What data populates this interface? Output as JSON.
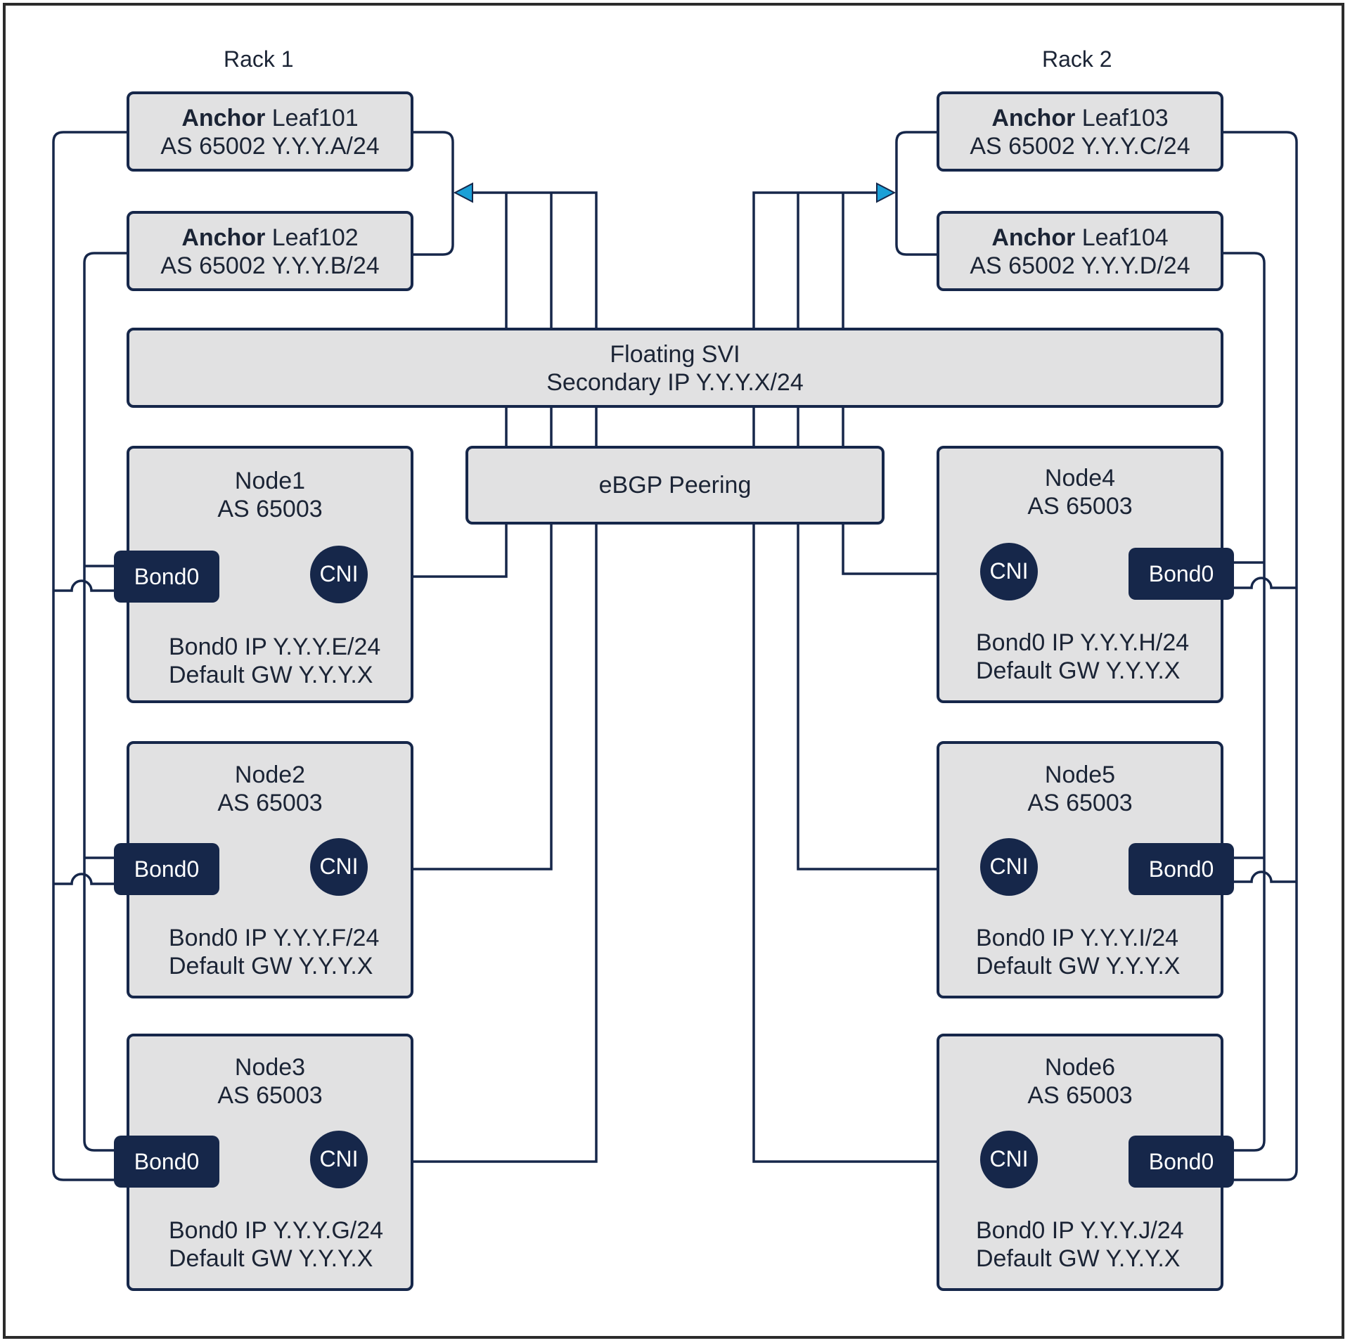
{
  "racks": [
    "Rack 1",
    "Rack 2"
  ],
  "leafs": [
    {
      "bold": "Anchor",
      "name": "Leaf101",
      "line2": "AS 65002 Y.Y.Y.A/24"
    },
    {
      "bold": "Anchor",
      "name": "Leaf102",
      "line2": "AS 65002 Y.Y.Y.B/24"
    },
    {
      "bold": "Anchor",
      "name": "Leaf103",
      "line2": "AS 65002 Y.Y.Y.C/24"
    },
    {
      "bold": "Anchor",
      "name": "Leaf104",
      "line2": "AS 65002 Y.Y.Y.D/24"
    }
  ],
  "svi": {
    "line1": "Floating SVI",
    "line2": "Secondary IP Y.Y.Y.X/24"
  },
  "ebgp": "eBGP Peering",
  "nodes": [
    {
      "name": "Node1",
      "as": "AS 65003",
      "bond": "Bond0",
      "cni": "CNI",
      "ip": "Bond0 IP Y.Y.Y.E/24",
      "gw": "Default GW Y.Y.Y.X"
    },
    {
      "name": "Node2",
      "as": "AS 65003",
      "bond": "Bond0",
      "cni": "CNI",
      "ip": "Bond0 IP Y.Y.Y.F/24",
      "gw": "Default GW Y.Y.Y.X"
    },
    {
      "name": "Node3",
      "as": "AS 65003",
      "bond": "Bond0",
      "cni": "CNI",
      "ip": "Bond0 IP Y.Y.Y.G/24",
      "gw": "Default GW Y.Y.Y.X"
    },
    {
      "name": "Node4",
      "as": "AS 65003",
      "bond": "Bond0",
      "cni": "CNI",
      "ip": "Bond0 IP Y.Y.Y.H/24",
      "gw": "Default GW Y.Y.Y.X"
    },
    {
      "name": "Node5",
      "as": "AS 65003",
      "bond": "Bond0",
      "cni": "CNI",
      "ip": "Bond0 IP Y.Y.Y.I/24",
      "gw": "Default GW Y.Y.Y.X"
    },
    {
      "name": "Node6",
      "as": "AS 65003",
      "bond": "Bond0",
      "cni": "CNI",
      "ip": "Bond0 IP Y.Y.Y.J/24",
      "gw": "Default GW Y.Y.Y.X"
    }
  ],
  "colors": {
    "line": "#16274a",
    "box_fill": "#e1e1e2",
    "arrow": "#1ba0d7"
  }
}
